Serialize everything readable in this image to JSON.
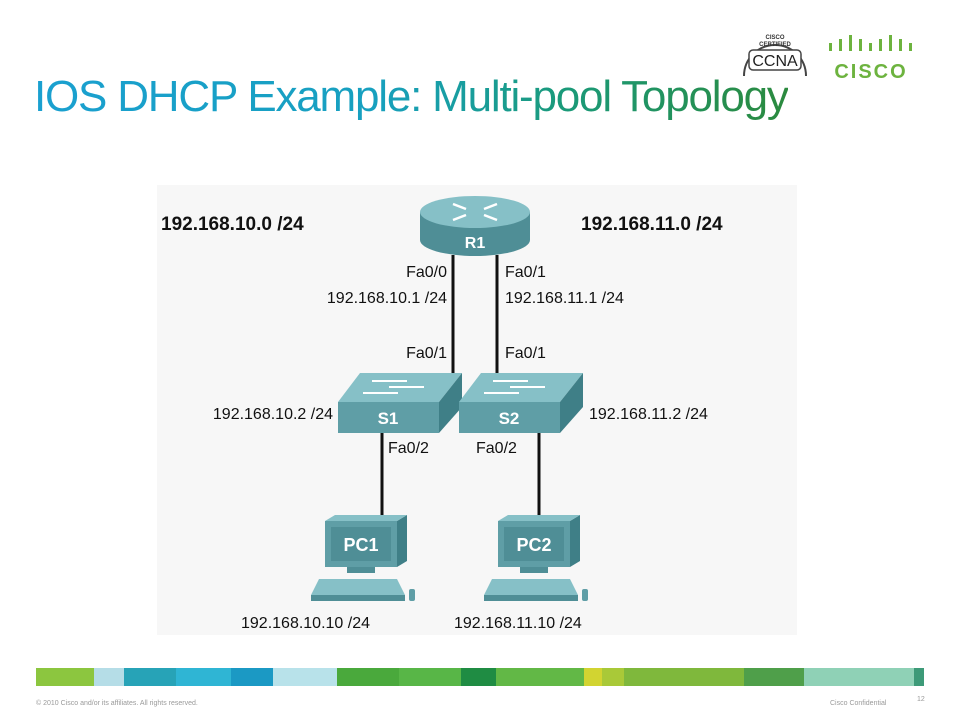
{
  "slide": {
    "title": "IOS DHCP Example: Multi-pool Topology",
    "footer_left": "© 2010 Cisco and/or its affiliates. All rights reserved.",
    "footer_right": "Cisco Confidential",
    "page_number": "12"
  },
  "logos": {
    "ccna_top": "CISCO",
    "ccna_mid": "CERTIFIED",
    "ccna_main": "CCNA",
    "cisco_word": "CISCO"
  },
  "topology": {
    "router": {
      "name": "R1"
    },
    "switches": [
      {
        "name": "S1"
      },
      {
        "name": "S2"
      }
    ],
    "pcs": [
      {
        "name": "PC1"
      },
      {
        "name": "PC2"
      }
    ],
    "networks": {
      "left": "192.168.10.0 /24",
      "right": "192.168.11.0 /24"
    },
    "labels": {
      "r1_fa00": "Fa0/0",
      "r1_fa00_ip": "192.168.10.1 /24",
      "r1_fa01": "Fa0/1",
      "r1_fa01_ip": "192.168.11.1 /24",
      "s1_fa01": "Fa0/1",
      "s2_fa01": "Fa0/1",
      "s1_ip": "192.168.10.2 /24",
      "s2_ip": "192.168.11.2 /24",
      "s1_fa02": "Fa0/2",
      "s2_fa02": "Fa0/2",
      "pc1_ip": "192.168.10.10 /24",
      "pc2_ip": "192.168.11.10 /24"
    }
  },
  "colors": {
    "title_start": "#1aa0d0",
    "title_end": "#2b8a3e",
    "device": "#5f9ea6",
    "cisco_green": "#6db33f",
    "color_bar": [
      "#8cc63f",
      "#b5dde7",
      "#27a3b7",
      "#2fb5d4",
      "#1b99c4",
      "#b8e2ea",
      "#4aa93c",
      "#58b647",
      "#1f8c43",
      "#62b846",
      "#d2d431",
      "#a9c938",
      "#7fb83c",
      "#4f9f4a",
      "#8fd1b6",
      "#3d9a78"
    ]
  }
}
